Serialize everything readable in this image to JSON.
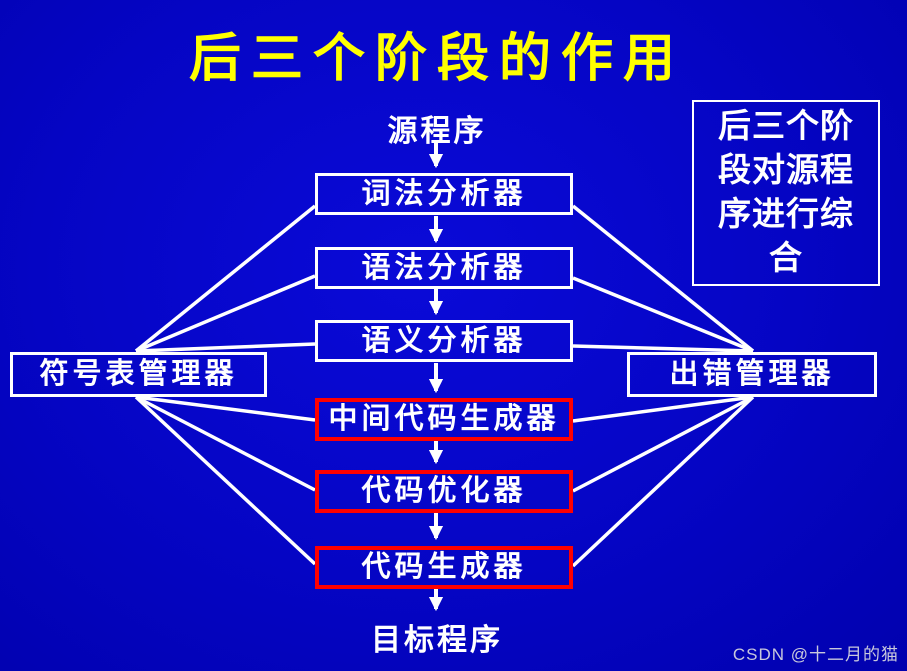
{
  "slide": {
    "title": "后三个阶段的作用",
    "watermark": "CSDN @十二月的猫"
  },
  "flow": {
    "source_label": "源程序",
    "stages": [
      {
        "label": "词法分析器",
        "highlight": false
      },
      {
        "label": "语法分析器",
        "highlight": false
      },
      {
        "label": "语义分析器",
        "highlight": false
      },
      {
        "label": "中间代码生成器",
        "highlight": true
      },
      {
        "label": "代码优化器",
        "highlight": true
      },
      {
        "label": "代码生成器",
        "highlight": true
      }
    ],
    "target_label": "目标程序"
  },
  "managers": {
    "symbol_table_label": "符号表管理器",
    "error_label": "出错管理器"
  },
  "annotation": {
    "text": "后三个阶段对源程序进行综合"
  },
  "colors": {
    "background": "#0606c8",
    "title": "#ffff00",
    "box_border_default": "#ffffff",
    "box_border_highlight": "#ff0000",
    "text": "#ffffff",
    "connector": "#ffffff",
    "watermark": "#c8c8dc"
  }
}
